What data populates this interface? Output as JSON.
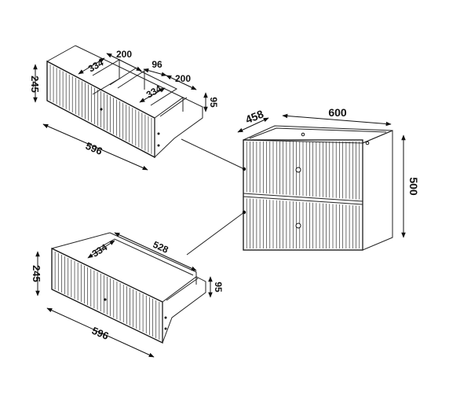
{
  "labels": {
    "upper_drawer_width": "596",
    "upper_drawer_height": "245",
    "upper_drawer_side_height": "95",
    "upper_compartment_depth_left": "334",
    "upper_compartment_width_left": "200",
    "upper_gap": "96",
    "upper_compartment_width_right": "200",
    "upper_compartment_depth_right": "334",
    "lower_drawer_width": "596",
    "lower_drawer_height": "245",
    "lower_drawer_side_height": "95",
    "lower_compartment_depth": "334",
    "lower_compartment_width": "528",
    "cabinet_depth": "458",
    "cabinet_width": "600",
    "cabinet_height": "500"
  },
  "colors": {
    "line": "#111111",
    "background": "#ffffff"
  }
}
